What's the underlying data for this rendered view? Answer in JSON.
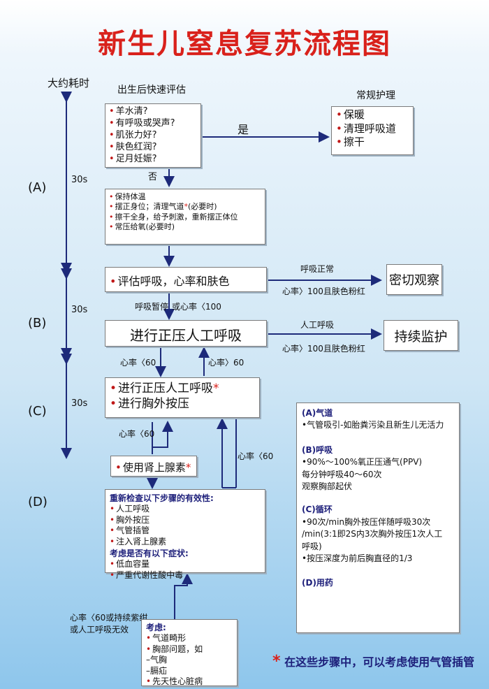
{
  "title": "新生儿窒息复苏流程图",
  "time_label": "大约耗时",
  "phase_labels": {
    "a": "(A)",
    "b": "(B)",
    "c": "(C)",
    "d": "(D)"
  },
  "durations": {
    "a": "30s",
    "b": "30s",
    "c": "30s"
  },
  "assess": {
    "heading": "出生后快速评估",
    "items": [
      "羊水清?",
      "有呼吸或哭声?",
      "肌张力好?",
      "肤色红润?",
      "足月妊娠?"
    ],
    "yes": "是",
    "no": "否"
  },
  "routine": {
    "heading": "常规护理",
    "items": [
      "保暖",
      "清理呼吸道",
      "擦干"
    ]
  },
  "initial": {
    "items": [
      "保持体温",
      "摆正身位；清理气道",
      "擦干全身，给予刺激，重新摆正体位",
      "常压给氧(必要时)"
    ],
    "star": "*",
    "note": "(必要时)"
  },
  "evaluate": {
    "text": "评估呼吸，心率和肤色",
    "normal": "呼吸正常",
    "normal2": "心率〉100且肤色粉红",
    "outcome": "密切观察"
  },
  "ppv": {
    "text": "进行正压人工呼吸",
    "cond": "呼吸暂停",
    "cond2": "或心率〈100",
    "side": "人工呼吸",
    "side2": "心率〉100且肤色粉红",
    "outcome": "持续监护",
    "down": "心率〈60",
    "up": "心率〉60"
  },
  "cpr": {
    "items": [
      "进行正压人工呼吸",
      "进行胸外按压"
    ],
    "star": "*",
    "loop": "心率〈60",
    "loop2": "心率〈60"
  },
  "epi": {
    "text": "使用肾上腺素",
    "star": "*"
  },
  "recheck": {
    "heading": "重新检查以下步骤的有效性:",
    "items": [
      "人工呼吸",
      "胸外按压",
      "气管插管",
      "注入肾上腺素"
    ],
    "heading2": "考虑是否有以下症状:",
    "items2": [
      "低血容量",
      "严重代谢性酸中毒"
    ]
  },
  "persist": {
    "line1": "心率〈60或持续紫绀",
    "line2": "或人工呼吸无效"
  },
  "consider": {
    "heading": "考虑:",
    "items": [
      "气道畸形",
      "胸部问题，如",
      "气胸",
      "膈疝",
      "先天性心脏病"
    ]
  },
  "notes": {
    "a_title": "(A)气道",
    "a_body": "•气管吸引-如胎粪污染且新生儿无活力",
    "b_title": "(B)呼吸",
    "b_body": [
      "•90%～100%氧正压通气(PPV)",
      "每分钟呼吸40～60次",
      "观察胸部起伏"
    ],
    "c_title": "(C)循环",
    "c_body": [
      "•90次/min胸外按压伴随呼吸30次",
      "/min(3:1即2S内3次胸外按压1次人工",
      "呼吸)",
      "•按压深度为前后胸直径的1/3"
    ],
    "d_title": "(D)用药"
  },
  "footnote": {
    "star": "*",
    "text": "在这些步骤中，可以考虑使用气管插管"
  },
  "colors": {
    "title": "#d9211b",
    "arrow": "#1d2a7a",
    "accent": "#d9211b"
  }
}
